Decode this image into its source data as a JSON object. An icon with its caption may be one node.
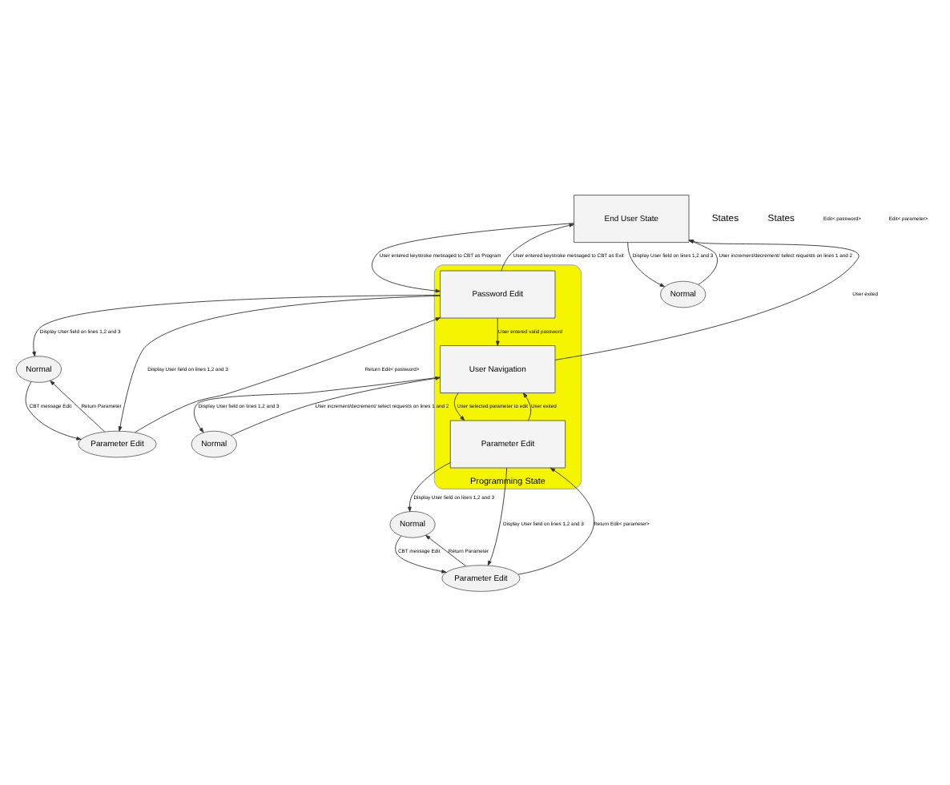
{
  "diagram": {
    "nodes": [
      {
        "text": [
          "End User State"
        ]
      },
      {
        "text": [
          "Programming State"
        ]
      },
      {
        "text": [
          "Password Edit"
        ],
        "in": 1
      },
      {
        "text": [
          "User Navigation"
        ],
        "in": 1
      },
      {
        "text": [
          "Parameter Edit"
        ],
        "in": 1
      },
      {
        "text": [
          "Normal"
        ]
      },
      {
        "text": [
          "Normal"
        ]
      },
      {
        "text": [
          "Parameter Edit"
        ]
      },
      {
        "text": [
          "Normal"
        ]
      },
      {
        "text": [
          "Normal"
        ]
      },
      {
        "text": [
          "Parameter Edit"
        ]
      }
    ],
    "edges": [
      {
        "from": 0,
        "to": 5,
        "arrow": "to",
        "label": "Display User field on lines 1,2 and 3"
      },
      {
        "from": 5,
        "to": 0,
        "arrow": "to",
        "label": "User increment/decrement/ select requests on lines 1 and 2"
      },
      {
        "from": 2,
        "to": 0,
        "arrow": "to",
        "label": "User entered keystroke messaged to CBT as Exit"
      },
      {
        "from": 0,
        "to": 2,
        "arrow": "to",
        "label": "User entered keystroke messaged to CBT as Program"
      },
      {
        "from": 3,
        "to": 0,
        "arrow": "to",
        "label": "User exited"
      },
      {
        "from": 2,
        "to": 6,
        "arrow": "to",
        "label": "Display User field on lines 1,2 and 3"
      },
      {
        "from": 2,
        "to": 7,
        "arrow": "to",
        "label": "Display User field on lines 1,2 and 3"
      },
      {
        "from": 7,
        "to": 2,
        "arrow": "to",
        "label": "Return Edit< password>"
      },
      {
        "from": 7,
        "to": 6,
        "arrow": "to",
        "label": "Return Parameter"
      },
      {
        "from": 6,
        "to": 7,
        "arrow": "to",
        "label": "CBT message Edit"
      },
      {
        "from": 2,
        "to": 3,
        "arrow": "to",
        "label": "User entered valid password"
      },
      {
        "from": 3,
        "to": 8,
        "arrow": "to",
        "label": "Display User field on lines 1,2 and 3"
      },
      {
        "from": 8,
        "to": 3,
        "arrow": "to",
        "label": "User increment/decrement/ select requests on lines 1 and 2"
      },
      {
        "from": 3,
        "to": 4,
        "arrow": "to",
        "label": "User selected parameter to edit"
      },
      {
        "from": 4,
        "to": 3,
        "arrow": "to",
        "label": "User exited"
      },
      {
        "from": 4,
        "to": 9,
        "arrow": "to",
        "label": "Display User field on lines 1,2 and 3"
      },
      {
        "from": 4,
        "to": 10,
        "arrow": "to",
        "label": "Display User field on lines 1,2 and 3"
      },
      {
        "from": 10,
        "to": 4,
        "arrow": "to",
        "label": "Return Edit< parameter>"
      },
      {
        "from": 10,
        "to": 9,
        "arrow": "to",
        "label": "Return Parameter"
      },
      {
        "from": 9,
        "to": 10,
        "arrow": "to",
        "label": "CBT message Edit"
      }
    ],
    "labels": [
      "States",
      "States",
      "Edit< password>",
      "Edit< parameter>"
    ]
  }
}
